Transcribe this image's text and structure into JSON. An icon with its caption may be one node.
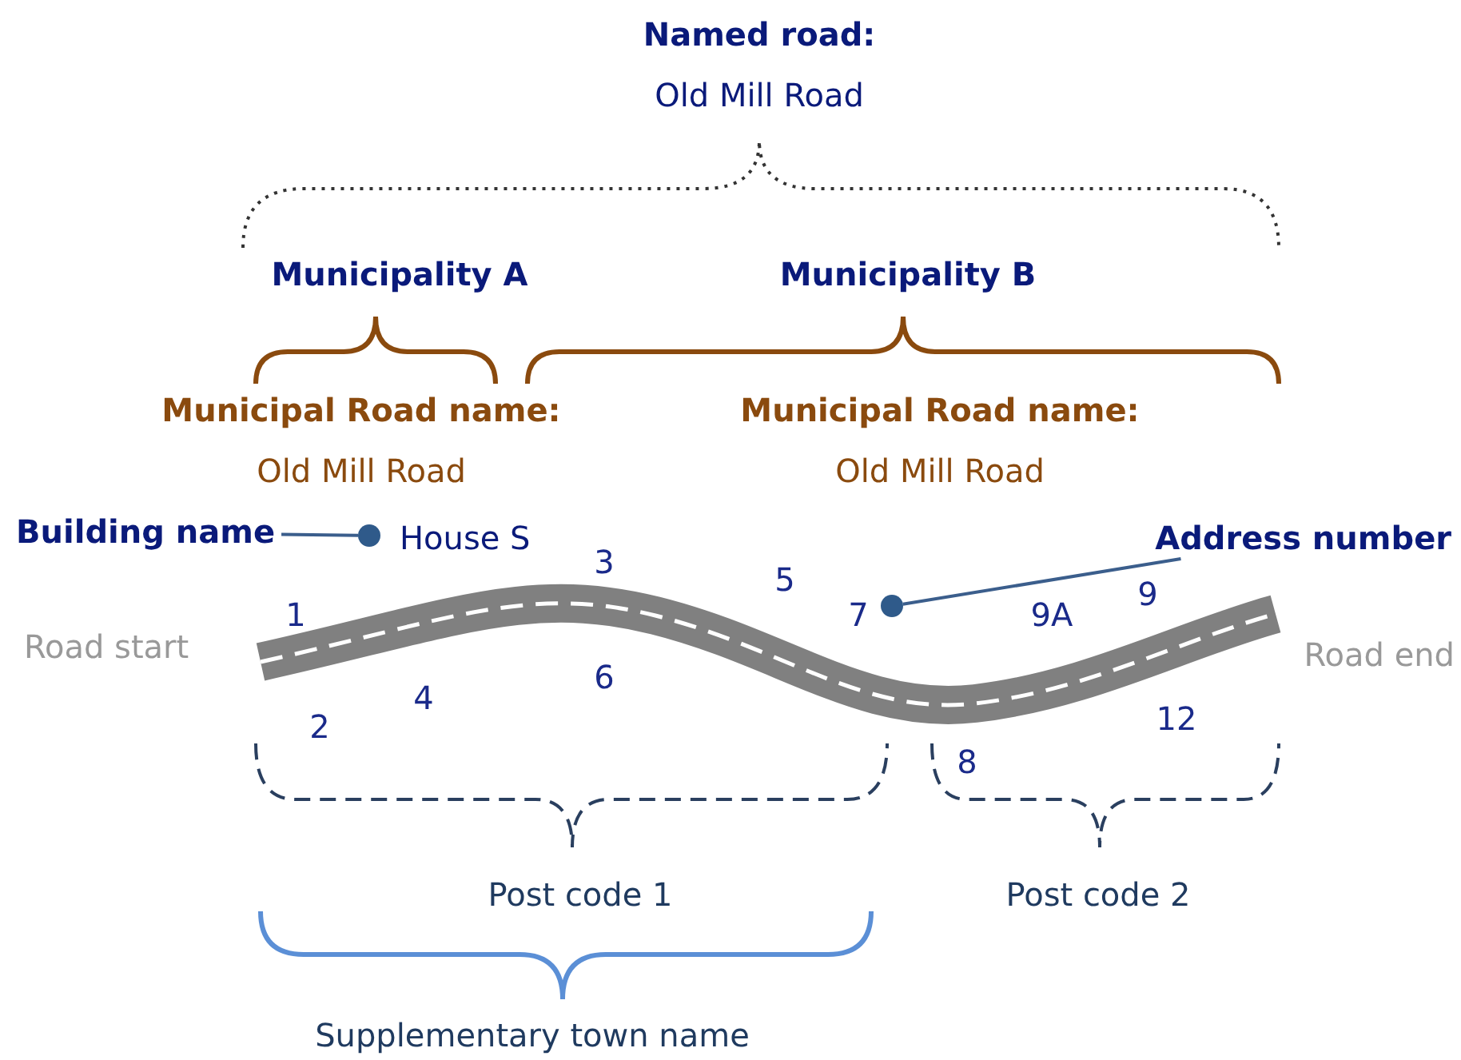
{
  "diagram": {
    "nodes": [
      {
        "text": [
          "Building name"
        ]
      },
      {
        "text": [],
        "shape": "circle"
      },
      {
        "text": [
          "Address number"
        ]
      },
      {
        "text": [],
        "shape": "circle"
      }
    ],
    "edges": [
      {
        "from": 0,
        "to": 1,
        "arrow": "none"
      },
      {
        "from": 2,
        "to": 3,
        "arrow": "none"
      }
    ],
    "labels": [
      "Named road:",
      "Old Mill Road",
      "Municipality A",
      "Municipality B",
      "Municipal Road name:",
      "Old Mill Road",
      "Municipal Road name:",
      "Old Mill Road",
      "House S",
      "3",
      "5",
      "1",
      "7",
      "9A",
      "9",
      "Road start",
      "Road end",
      "2",
      "4",
      "6",
      "8",
      "12",
      "Post code 1",
      "Post code 2",
      "Supplementary town name"
    ]
  }
}
